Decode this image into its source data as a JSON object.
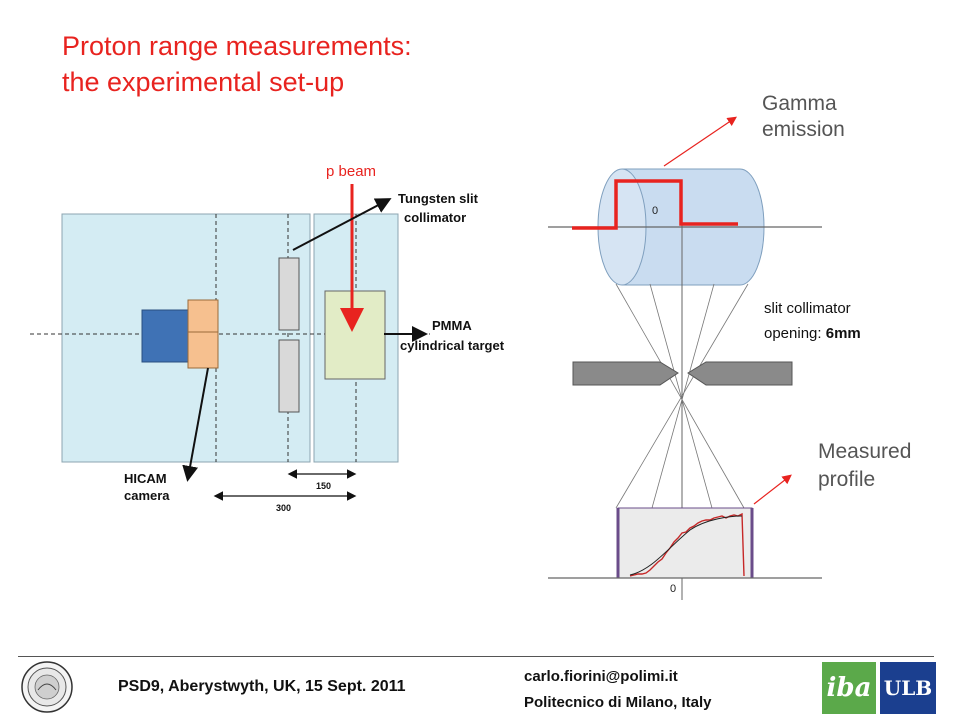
{
  "title": {
    "line1": "Proton range measurements:",
    "line2": "the experimental  set-up"
  },
  "left_diagram": {
    "beam_label": "p beam",
    "collimator_label_1": "Tungsten slit",
    "collimator_label_2": "collimator",
    "target_label_1": "PMMA",
    "target_label_2": "cylindrical target",
    "camera_label_1": "HICAM",
    "camera_label_2": "camera",
    "dim_150": "150",
    "dim_300": "300"
  },
  "right_diagram": {
    "gamma_label_1": "Gamma",
    "gamma_label_2": "emission",
    "zero_top": "0",
    "slit_label_1": "slit collimator",
    "slit_label_2": "opening: ",
    "slit_value": "6mm",
    "profile_label_1": "Measured",
    "profile_label_2": "profile",
    "zero_bottom": "0"
  },
  "footer": {
    "conference": "PSD9, Aberystwyth, UK, 15 Sept. 2011",
    "email": "carlo.fiorini@polimi.it",
    "affiliation": "Politecnico di Milano, Italy",
    "logo_iba": "iba",
    "logo_ulb": "ULB"
  },
  "colors": {
    "title": "#e8231f",
    "beam_arrow": "#e8231f",
    "setup_box": "#d4ecf3",
    "camera_blue": "#3f72b5",
    "camera_orange": "#f6c08f",
    "target_green": "#e2ecc6",
    "cylinder": "#c9dcf0",
    "profile_line": "#e8231f"
  }
}
